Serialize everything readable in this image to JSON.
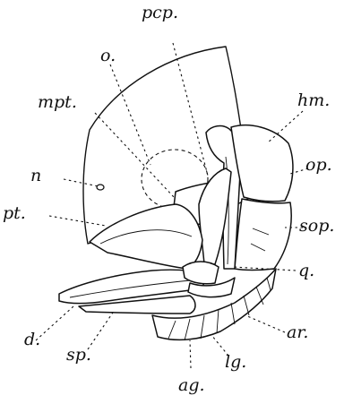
{
  "labels": {
    "pcp": "pcp.",
    "o": "o.",
    "hm": "hm.",
    "mpt": "mpt.",
    "op": "op.",
    "n": "n",
    "pt": "pt.",
    "sop": "sop.",
    "q": "q.",
    "d": "d.",
    "ar": "ar.",
    "sp": "sp.",
    "lg": "lg.",
    "ag": "ag."
  }
}
